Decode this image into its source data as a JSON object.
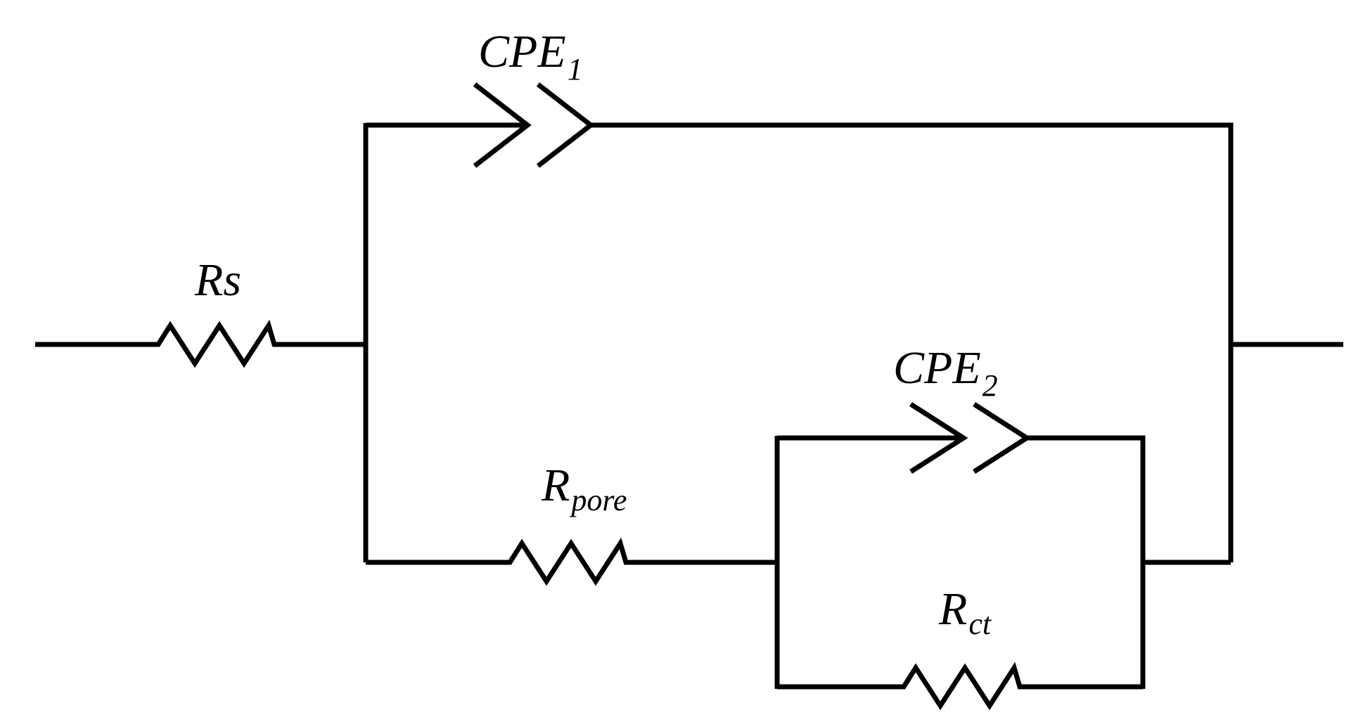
{
  "diagram": {
    "components": {
      "rs": {
        "label": "Rs",
        "subscript": ""
      },
      "cpe1": {
        "label": "CPE",
        "subscript": "1"
      },
      "cpe2": {
        "label": "CPE",
        "subscript": "2"
      },
      "rpore": {
        "label": "R",
        "subscript": "pore"
      },
      "rct": {
        "label": "R",
        "subscript": "ct"
      }
    },
    "colors": {
      "stroke": "#000000",
      "background": "#ffffff"
    }
  }
}
